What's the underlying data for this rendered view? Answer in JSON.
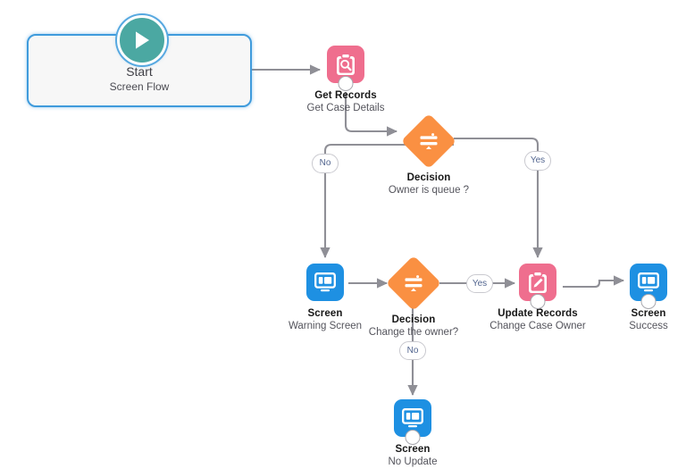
{
  "canvas": {
    "title": "Salesforce Flow Builder canvas",
    "background": "#ffffff"
  },
  "colors": {
    "start_border": "#3f9bdc",
    "start_fill": "#f7f7f7",
    "play_teal": "#4ba8a2",
    "record_pink": "#ef6e8e",
    "screen_blue": "#1e90e2",
    "decision_orange": "#fa9042",
    "connector_gray": "#8f8f96",
    "label_dark": "#181818",
    "sublabel_gray": "#54545c",
    "pill_text": "#52658f"
  },
  "start": {
    "title": "Start",
    "subtitle": "Screen Flow",
    "icon": "play-icon"
  },
  "nodes": [
    {
      "id": "get-records",
      "label": "Get Records",
      "sublabel": "Get Case Details",
      "icon": "clipboard-search-icon",
      "type": "get-records"
    },
    {
      "id": "decision-owner-is-queue",
      "label": "Decision",
      "sublabel": "Owner is queue ?",
      "icon": "decision-diamond-icon",
      "type": "decision"
    },
    {
      "id": "screen-warning",
      "label": "Screen",
      "sublabel": "Warning Screen",
      "icon": "screen-monitor-icon",
      "type": "screen"
    },
    {
      "id": "decision-change-owner",
      "label": "Decision",
      "sublabel": "Change the owner?",
      "icon": "decision-diamond-icon",
      "type": "decision"
    },
    {
      "id": "update-records",
      "label": "Update Records",
      "sublabel": "Change Case Owner",
      "icon": "clipboard-pencil-icon",
      "type": "update-records"
    },
    {
      "id": "screen-success",
      "label": "Screen",
      "sublabel": "Success",
      "icon": "screen-monitor-icon",
      "type": "screen"
    },
    {
      "id": "screen-no-update",
      "label": "Screen",
      "sublabel": "No Update",
      "icon": "screen-monitor-icon",
      "type": "screen"
    }
  ],
  "connectors": [
    {
      "id": "start-to-get-records",
      "label": ""
    },
    {
      "id": "get-records-to-decision1",
      "label": ""
    },
    {
      "id": "decision1-no-to-warning-screen",
      "label": "No"
    },
    {
      "id": "decision1-yes-to-update-records",
      "label": "Yes"
    },
    {
      "id": "warning-screen-to-decision2",
      "label": ""
    },
    {
      "id": "decision2-yes-to-update-records",
      "label": "Yes"
    },
    {
      "id": "decision2-no-to-no-update-screen",
      "label": "No"
    },
    {
      "id": "update-records-to-success-screen",
      "label": ""
    }
  ],
  "branch_labels": {
    "decision1_no": "No",
    "decision1_yes": "Yes",
    "decision2_yes": "Yes",
    "decision2_no": "No"
  }
}
